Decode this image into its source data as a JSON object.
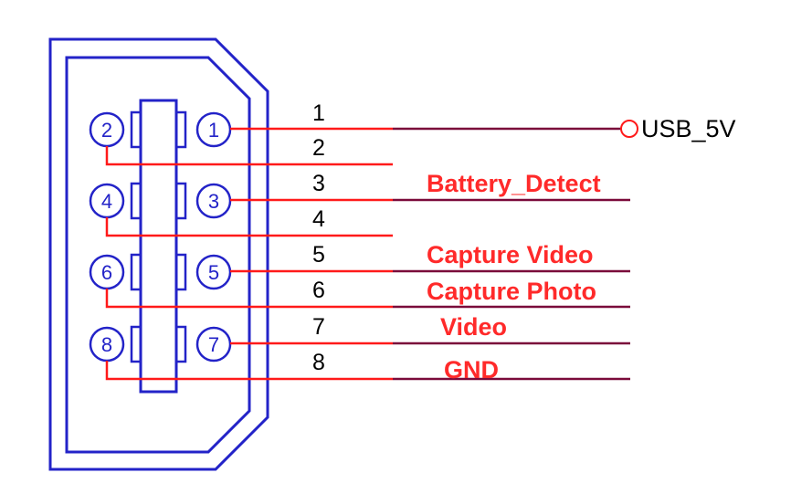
{
  "colors": {
    "connector": "#2323c8",
    "wire": "#ff1a1a",
    "wire_dark": "#7a0a3a",
    "label": "#ff2a2a",
    "text": "#000000"
  },
  "pins": [
    {
      "number": "1",
      "circle": "1",
      "label": ""
    },
    {
      "number": "2",
      "circle": "2",
      "label": ""
    },
    {
      "number": "3",
      "circle": "3",
      "label": "Battery_Detect"
    },
    {
      "number": "4",
      "circle": "4",
      "label": ""
    },
    {
      "number": "5",
      "circle": "5",
      "label": "Capture Video"
    },
    {
      "number": "6",
      "circle": "6",
      "label": "Capture Photo"
    },
    {
      "number": "7",
      "circle": "7",
      "label": "Video"
    },
    {
      "number": "8",
      "circle": "8",
      "label": "GND"
    }
  ],
  "usb_label": "USB_5V"
}
